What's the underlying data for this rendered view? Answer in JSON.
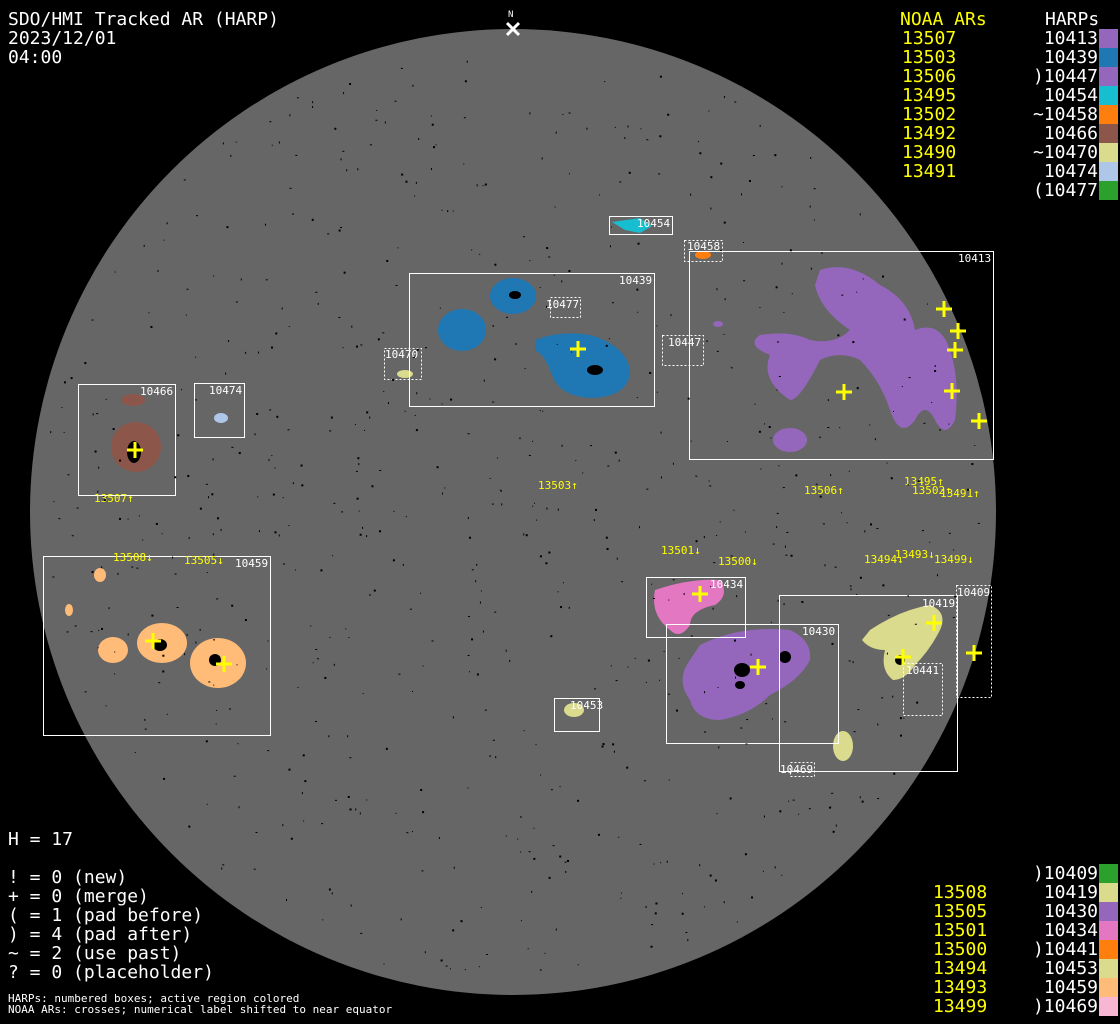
{
  "header": {
    "title": "SDO/HMI Tracked AR (HARP)",
    "date": "2023/12/01",
    "time": "04:00",
    "north": "N"
  },
  "legend_top": {
    "noaa_heading": "NOAA ARs",
    "harps_heading": "HARPs",
    "noaa": [
      "13507",
      "13503",
      "13506",
      "13495",
      "13502",
      "13492",
      "13490",
      "13491"
    ],
    "harps": [
      {
        "label": "10413",
        "color": "#9467bd"
      },
      {
        "label": "10439",
        "color": "#1f77b4"
      },
      {
        "label": ")10447",
        "color": "#9467bd"
      },
      {
        "label": "10454",
        "color": "#17becf"
      },
      {
        "label": "~10458",
        "color": "#ff7f0e"
      },
      {
        "label": "10466",
        "color": "#8c564b"
      },
      {
        "label": "~10470",
        "color": "#dbdb8d"
      },
      {
        "label": "10474",
        "color": "#aec7e8"
      },
      {
        "label": "(10477",
        "color": "#2ca02c"
      }
    ]
  },
  "legend_bottom": {
    "noaa": [
      "",
      "13508",
      "13505",
      "13501",
      "13500",
      "13494",
      "13493",
      "13499"
    ],
    "harps": [
      {
        "label": ")10409",
        "color": "#2ca02c"
      },
      {
        "label": "10419",
        "color": "#dbdb8d"
      },
      {
        "label": "10430",
        "color": "#9467bd"
      },
      {
        "label": "10434",
        "color": "#e377c2"
      },
      {
        "label": ")10441",
        "color": "#ff7f0e"
      },
      {
        "label": "10453",
        "color": "#dbdb8d"
      },
      {
        "label": "10459",
        "color": "#ffbb78"
      },
      {
        "label": ")10469",
        "color": "#f7b6d2"
      }
    ]
  },
  "stats": {
    "h": "H = 17",
    "lines": [
      "! = 0 (new)",
      "+ = 0 (merge)",
      "( = 1 (pad before)",
      ") = 4 (pad after)",
      "~ = 2 (use past)",
      "? = 0 (placeholder)"
    ]
  },
  "notes": [
    "HARPs: numbered boxes; active region colored",
    "NOAA ARs: crosses; numerical label shifted to near equator"
  ],
  "map": {
    "harp_boxes": [
      "10454",
      "10458",
      "10413",
      "10439",
      "10477",
      "10447",
      "10470",
      "10466",
      "10474",
      "10459",
      "10434",
      "10430",
      "10419",
      "10409",
      "10441",
      "10453",
      "10469"
    ],
    "noaa_labels": [
      "13507↑",
      "13503↑",
      "13506↑",
      "13495↑",
      "13502↑",
      "13491↑",
      "13501↓",
      "13500↓",
      "13494↓",
      "13493↓",
      "13499↓",
      "13508↓",
      "13505↓"
    ]
  }
}
